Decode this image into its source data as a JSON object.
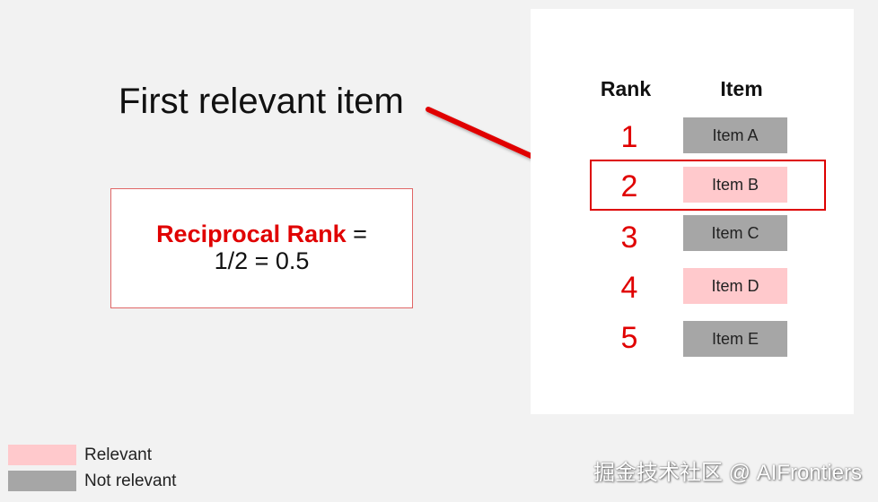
{
  "callout": {
    "text": "First relevant item"
  },
  "formula": {
    "term": "Reciprocal Rank",
    "equals": " =",
    "value_line": "1/2 = 0.5"
  },
  "table": {
    "headers": {
      "rank": "Rank",
      "item": "Item"
    },
    "rows": [
      {
        "rank": "1",
        "item": "Item A",
        "relevant": false
      },
      {
        "rank": "2",
        "item": "Item B",
        "relevant": true
      },
      {
        "rank": "3",
        "item": "Item C",
        "relevant": false
      },
      {
        "rank": "4",
        "item": "Item D",
        "relevant": true
      },
      {
        "rank": "5",
        "item": "Item E",
        "relevant": false
      }
    ],
    "highlighted_row": 1
  },
  "legend": {
    "relevant": "Relevant",
    "not_relevant": "Not relevant"
  },
  "watermark": {
    "text": "掘金技术社区 @ AIFrontiers"
  },
  "colors": {
    "relevant": "#ffc9cc",
    "not_relevant": "#a6a6a6",
    "accent": "#e00000"
  }
}
